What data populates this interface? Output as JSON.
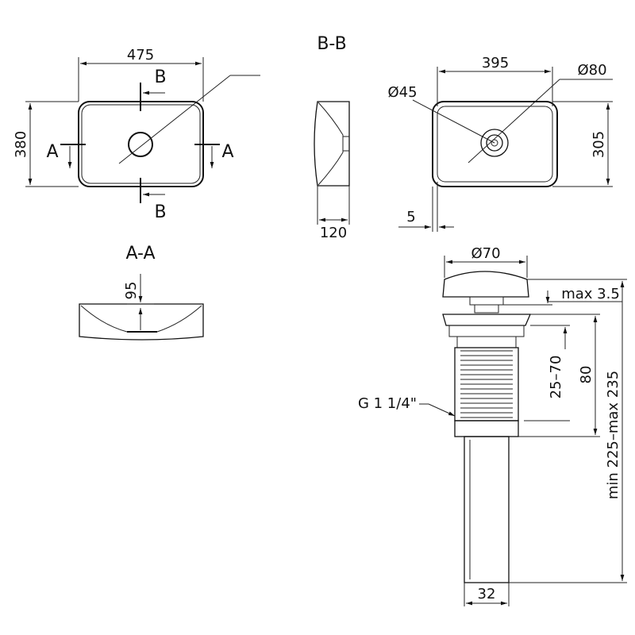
{
  "top_view": {
    "width_label": "475",
    "height_label": "380",
    "section_a_left": "A",
    "section_a_right": "A",
    "section_b_top": "B",
    "section_b_bottom": "B"
  },
  "section_bb": {
    "title": "B-B",
    "depth_label": "120"
  },
  "section_aa": {
    "title": "A-A",
    "depth_label": "95"
  },
  "inner_view": {
    "width_label": "395",
    "height_label": "305",
    "drain_outer_label": "Ø80",
    "drain_inner_label": "Ø45",
    "rim_label": "5"
  },
  "drain": {
    "cap_label": "Ø70",
    "gap_label": "max 3.5",
    "range_label": "25–70",
    "thread_height_label": "80",
    "total_label": "min 225–max 235",
    "thread_label": "G 1 1/4\"",
    "pipe_label": "32"
  }
}
